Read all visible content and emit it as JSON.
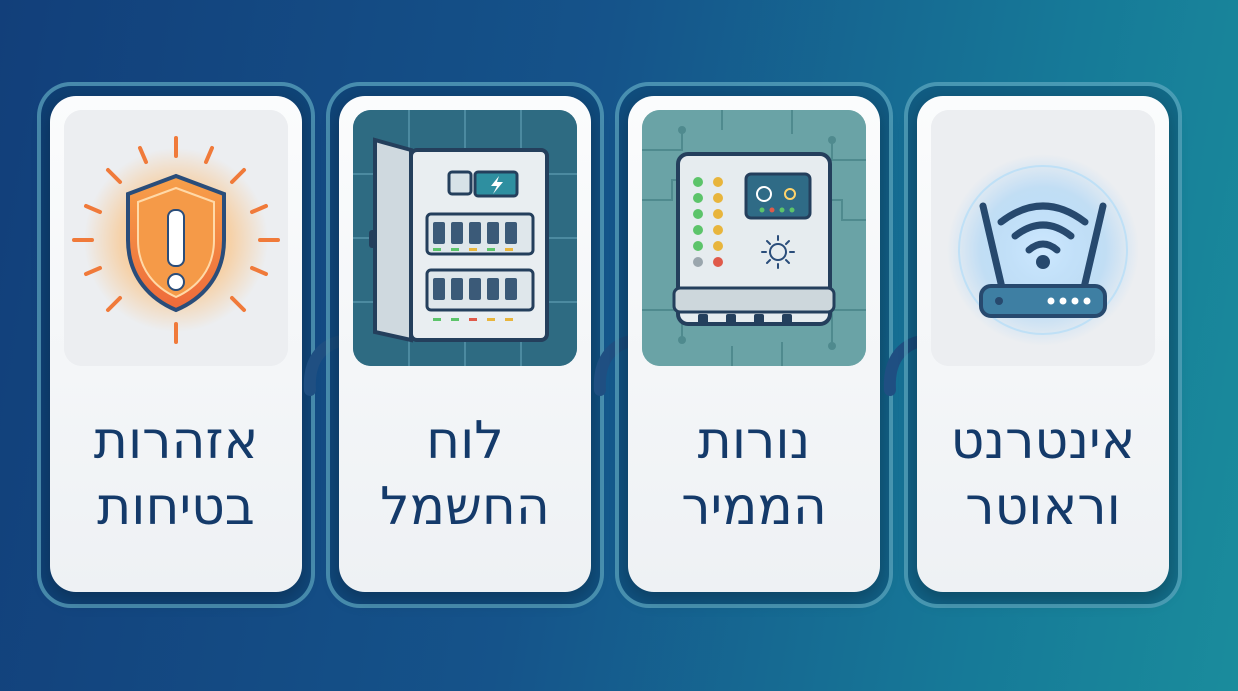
{
  "cards": [
    {
      "line1": "אזהרות",
      "line2": "בטיחות",
      "icon": "warning-shield-icon"
    },
    {
      "line1": "לוח",
      "line2": "החשמל",
      "icon": "electrical-panel-icon"
    },
    {
      "line1": "נורות",
      "line2": "הממיר",
      "icon": "inverter-lights-icon"
    },
    {
      "line1": "אינטרנט",
      "line2": "וראוטר",
      "icon": "wifi-router-icon"
    }
  ],
  "colors": {
    "background_start": "#123f7a",
    "background_end": "#1a8c9c",
    "label_text": "#143a6a",
    "arrow": "#1f5b8c",
    "warning_orange": "#f08a3c"
  }
}
